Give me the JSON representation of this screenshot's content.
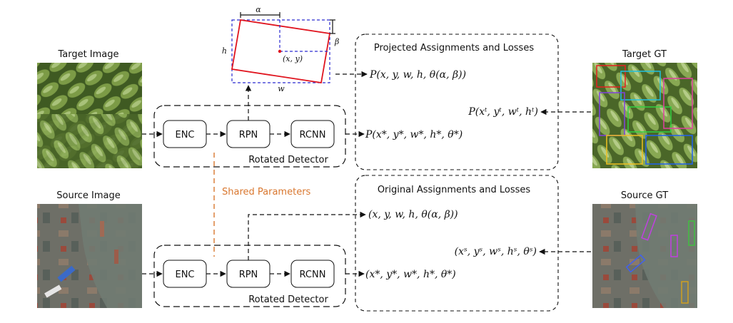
{
  "images": {
    "target_image": "Target Image",
    "source_image": "Source Image",
    "target_gt": "Target GT",
    "source_gt": "Source GT"
  },
  "detector_top": {
    "enc": "ENC",
    "rpn": "RPN",
    "rcnn": "RCNN",
    "caption": "Rotated Detector"
  },
  "detector_bottom": {
    "enc": "ENC",
    "rpn": "RPN",
    "rcnn": "RCNN",
    "caption": "Rotated Detector"
  },
  "shared_parameters": "Shared Parameters",
  "projected_panel": {
    "title": "Projected Assignments and Losses",
    "rpn_output": "P(x, y, w, h, θ(α, β))",
    "rcnn_output": "P(x*, y*, w*, h*, θ*)",
    "target_gt_input": "P(xᵗ, yᵗ, wᵗ, hᵗ)"
  },
  "original_panel": {
    "title": "Original Assignments and Losses",
    "rpn_output": "(x, y, w, h, θ(α, β))",
    "rcnn_output": "(x*, y*, w*, h*, θ*)",
    "source_gt_input": "(xˢ, yˢ, wˢ, hˢ, θˢ)"
  },
  "box_figure": {
    "alpha": "α",
    "beta": "β",
    "h": "h",
    "w": "w",
    "center": "(x, y)"
  },
  "colors": {
    "shared_line": "#d9772f",
    "rotated_box": "#e0141e",
    "axis_box": "#2a2ad0"
  }
}
